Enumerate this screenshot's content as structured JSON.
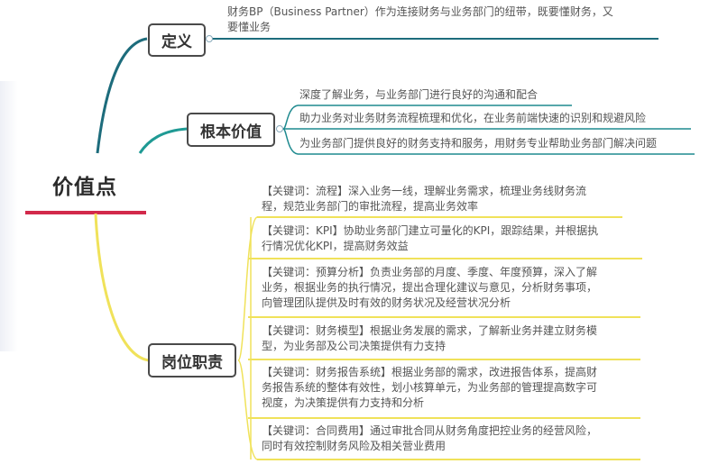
{
  "root": {
    "title": "价值点",
    "underline_color": "#d2294b"
  },
  "colors": {
    "teal": "#1f8a8f",
    "teal_dark": "#1d6c7c",
    "yellow": "#f0e25a",
    "node_border": "#4a4a4a",
    "text": "#555555"
  },
  "branches": [
    {
      "label": "定义",
      "color": "#1d6c7c",
      "items": [
        "财务BP（Business Partner）作为连接财务与业务部门的纽带，既要懂财务，又",
        "要懂业务"
      ]
    },
    {
      "label": "根本价值",
      "color": "#1f8a8f",
      "items": [
        "深度了解业务，与业务部门进行良好的沟通和配合",
        "助力业务对业务财务流程梳理和优化，在业务前端快速的识别和规避风险",
        "为业务部门提供良好的财务支持和服务，用财务专业帮助业务部门解决问题"
      ]
    },
    {
      "label": "岗位职责",
      "color": "#f0e25a",
      "items": [
        [
          "【关键词：流程】深入业务一线，理解业务需求，梳理业务线财务流",
          "程，规范业务部门的审批流程，提高业务效率"
        ],
        [
          "【关键词：KPI】协助业务部门建立可量化的KPI，跟踪结果，并根据执",
          "行情况优化KPI，提高财务效益"
        ],
        [
          "【关键词：预算分析】负责业务部的月度、季度、年度预算，深入了解",
          "业务，根据业务的执行情况，提出合理化建议与意见，分析财务事项，",
          "向管理团队提供及时有效的财务状况及经营状况分析"
        ],
        [
          "【关键词：财务模型】根据业务发展的需求，了解新业务并建立财务模",
          "型，为业务部及公司决策提供有力支持"
        ],
        [
          "【关键词：财务报告系统】根据业务部的需求，改进报告体系，提高财",
          "务报告系统的整体有效性，划小核算单元，为业务部的管理提高数字可",
          "视度，为决策提供有力支持和分析"
        ],
        [
          "【关键词：合同费用】通过审批合同从财务角度把控业务的经营风险，",
          "同时有效控制财务风险及相关营业费用"
        ]
      ]
    }
  ]
}
